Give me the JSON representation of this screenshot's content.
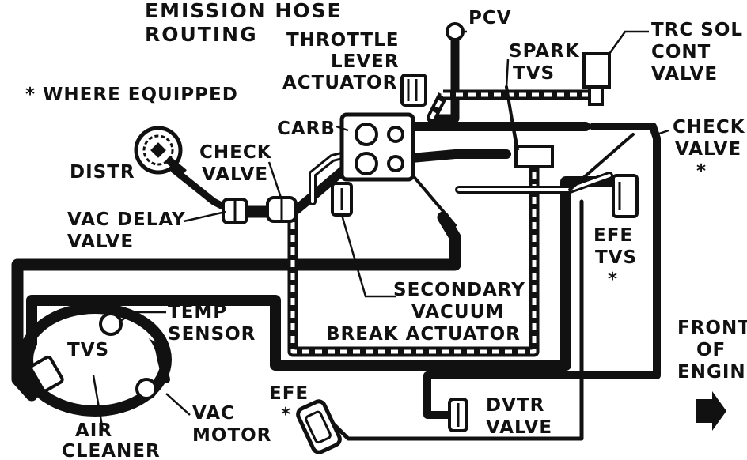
{
  "title_lines": [
    "EMISSION HOSE",
    "ROUTING"
  ],
  "legend": "* WHERE EQUIPPED",
  "labels": {
    "pcv": "PCV",
    "throttle": [
      "THROTTLE",
      "LEVER",
      "ACTUATOR"
    ],
    "spark_tvs": [
      "SPARK",
      "TVS"
    ],
    "trc": [
      "TRC SOL",
      "CONT",
      "VALVE"
    ],
    "carb": "CARB",
    "check_valve_left": [
      "CHECK",
      "VALVE"
    ],
    "check_valve_right": [
      "CHECK",
      "VALVE",
      "*"
    ],
    "distr": "DISTR",
    "vac_delay": [
      "VAC DELAY",
      "VALVE"
    ],
    "efe_tvs": [
      "EFE",
      "TVS",
      "*"
    ],
    "secondary": [
      "SECONDARY",
      "VACUUM",
      "BREAK ACTUATOR"
    ],
    "temp_sensor": [
      "TEMP",
      "SENSOR"
    ],
    "tvs": "TVS",
    "front": [
      "FRONT",
      "OF",
      "ENGINE"
    ],
    "efe": [
      "EFE",
      "*"
    ],
    "dvtr": [
      "DVTR",
      "VALVE"
    ],
    "air_cleaner": [
      "AIR",
      "CLEANER"
    ],
    "vac_motor": [
      "VAC",
      "MOTOR"
    ]
  },
  "colors": {
    "ink": "#111111",
    "paper": "#ffffff"
  }
}
